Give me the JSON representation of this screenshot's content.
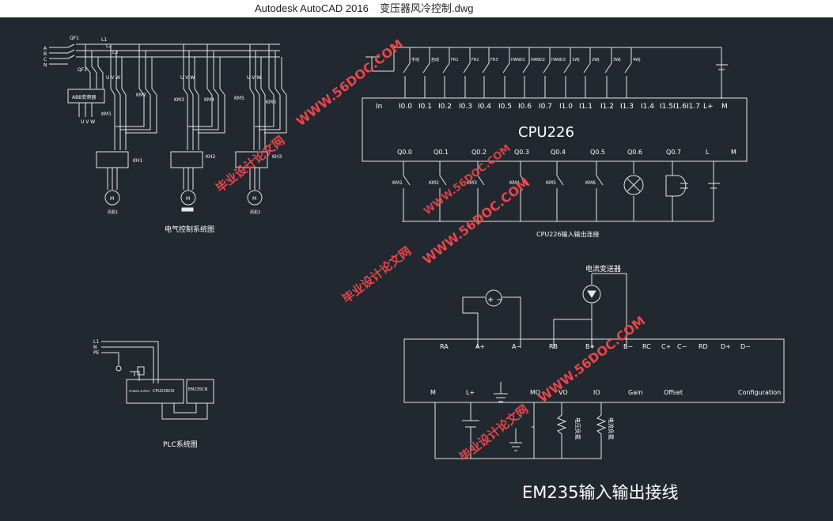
{
  "window": {
    "app_name": "Autodesk AutoCAD 2016",
    "file_name": "变压器风冷控制.dwg"
  },
  "colors": {
    "background": "#212830",
    "line": "#e6e6e6",
    "text": "#ffffff",
    "watermark": "#e8454a"
  },
  "drawing": {
    "electrical": {
      "caption": "电气控制系统图",
      "breaker_qf1": "QF1",
      "breaker_qf3": "QF3",
      "lines": [
        "L1",
        "L2",
        "L3"
      ],
      "phases": [
        "A",
        "B",
        "C",
        "N"
      ],
      "inverter_label": "ABB变频器",
      "uvw": "U V W",
      "contactors": [
        "KM1",
        "KM2",
        "KM3",
        "KM4",
        "KM5",
        "KM6"
      ],
      "relays": [
        "KH1",
        "KH2",
        "KH3"
      ]
    },
    "cpu226": {
      "title": "CPU226",
      "caption": "CPU226输入输出连接",
      "inputs": [
        "In",
        "I0.0",
        "I0.1",
        "I0.2",
        "I0.3",
        "I0.4",
        "I0.5",
        "I0.6",
        "I0.7",
        "I1.0",
        "I1.1",
        "I1.2",
        "I1.3",
        "I1.4",
        "I1.5",
        "I1.6",
        "I1.7",
        "L+",
        "M"
      ],
      "input_switches": [
        "手动",
        "自动",
        "FR1",
        "FR2",
        "FR3",
        "HAND1",
        "HAND2",
        "HAND3",
        "1WJ",
        "2WJ",
        "3WJ",
        "4WJ"
      ],
      "outputs": [
        "Q0.0",
        "Q0.1",
        "Q0.2",
        "Q0.3",
        "Q0.4",
        "Q0.5",
        "Q0.6",
        "Q0.7",
        "L",
        "M"
      ],
      "output_loads": [
        "KM1",
        "KM2",
        "KM3",
        "KM4",
        "KM5",
        "KM6"
      ]
    },
    "plc": {
      "caption": "PLC系统图",
      "cpu_label": "CPU226CN",
      "em_label": "EM235CN",
      "power_label": "POWER SUPPLY"
    },
    "em235": {
      "title": "EM235输入输出接线",
      "top_terminals": [
        "RA",
        "A+",
        "A−",
        "RB",
        "B+",
        "B−",
        "RC",
        "C+",
        "C−",
        "RD",
        "D+",
        "D−"
      ],
      "bottom_terminals": [
        "M",
        "L+",
        "MO",
        "VO",
        "IO",
        "Gain",
        "Offset",
        "Configuration"
      ],
      "transmitter": "电流变送器",
      "load_voltage": "电压负载",
      "load_current": "电流负载"
    },
    "watermarks": [
      "毕业设计论文网",
      "WWW.56DOC.COM"
    ]
  }
}
